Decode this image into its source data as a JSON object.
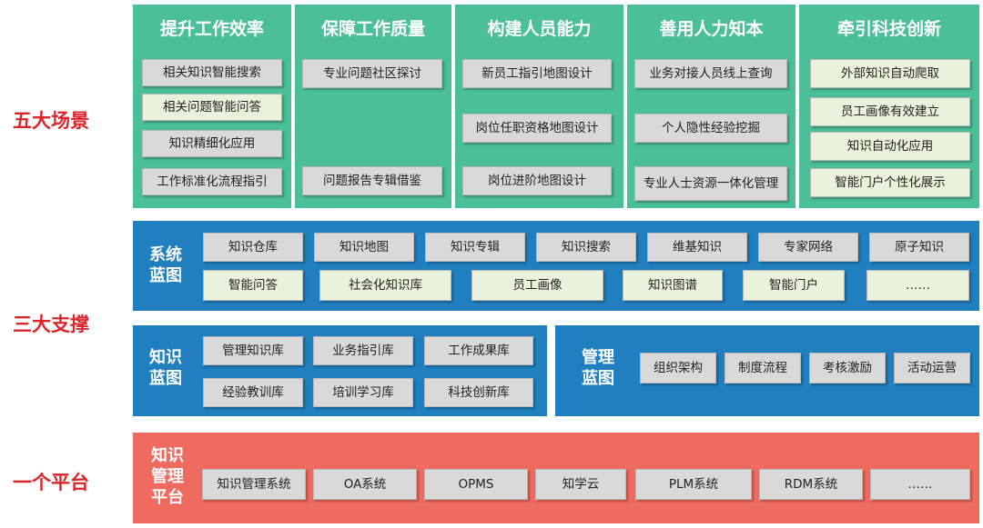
{
  "row_labels": {
    "scenes": "五大场景",
    "support": "三大支撑",
    "platform": "一个平台"
  },
  "scenarios": [
    {
      "title": "提升工作效率",
      "items": [
        "相关知识智能搜索",
        "相关问题智能问答",
        "知识精细化应用",
        "工作标准化流程指引"
      ]
    },
    {
      "title": "保障工作质量",
      "items": [
        "专业问题社区探讨",
        "问题报告专辑借鉴"
      ]
    },
    {
      "title": "构建人员能力",
      "items": [
        "新员工指引地图设计",
        "岗位任职资格地图设计",
        "岗位进阶地图设计"
      ]
    },
    {
      "title": "善用人力知本",
      "items": [
        "业务对接人员线上查询",
        "个人隐性经验挖掘",
        "专业人士资源一体化管理"
      ]
    },
    {
      "title": "牵引科技创新",
      "items": [
        "外部知识自动爬取",
        "员工画像有效建立",
        "知识自动化应用",
        "智能门户个性化展示"
      ]
    }
  ],
  "system_blueprint": {
    "label_line1": "系统",
    "label_line2": "蓝图",
    "row1": [
      "知识仓库",
      "知识地图",
      "知识专辑",
      "知识搜索",
      "维基知识",
      "专家网络",
      "原子知识"
    ],
    "row2": [
      "智能问答",
      "社会化知识库",
      "员工画像",
      "知识图谱",
      "智能门户",
      "……"
    ]
  },
  "knowledge_blueprint": {
    "label_line1": "知识",
    "label_line2": "蓝图",
    "row1": [
      "管理知识库",
      "业务指引库",
      "工作成果库"
    ],
    "row2": [
      "经验教训库",
      "培训学习库",
      "科技创新库"
    ]
  },
  "management_blueprint": {
    "label_line1": "管理",
    "label_line2": "蓝图",
    "items": [
      "组织架构",
      "制度流程",
      "考核激励",
      "活动运营"
    ]
  },
  "platform": {
    "label_line1": "知识",
    "label_line2": "管理",
    "label_line3": "平台",
    "items": [
      "知识管理系统",
      "OA系统",
      "OPMS",
      "知学云",
      "PLM系统",
      "RDM系统",
      "……"
    ]
  },
  "colors": {
    "scenario_green": "#4bbf97",
    "blueprint_blue": "#1f7fbf",
    "platform_red": "#ef6a5f",
    "row_label_red": "#d8262b"
  }
}
